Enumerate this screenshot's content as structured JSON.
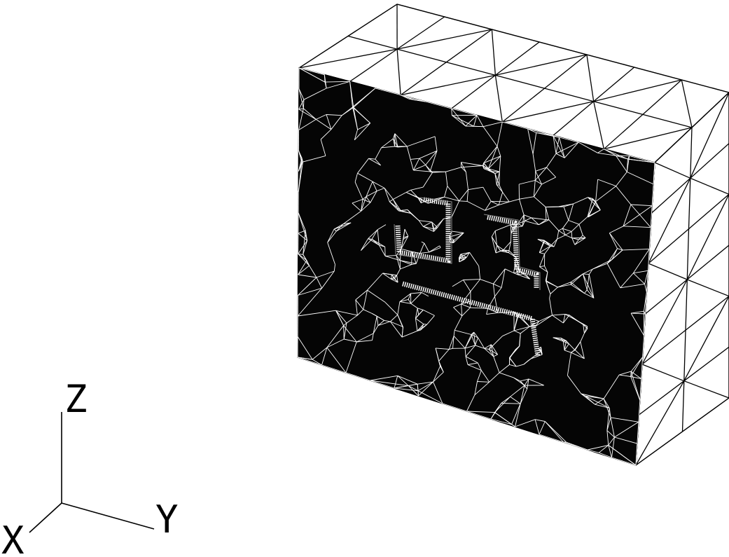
{
  "axis_labels": {
    "z": "Z",
    "y": "Y",
    "x": "X"
  },
  "colors": {
    "background": "#ffffff",
    "front_face": "#050505",
    "mesh": "#ffffff",
    "edges": "#000000"
  }
}
